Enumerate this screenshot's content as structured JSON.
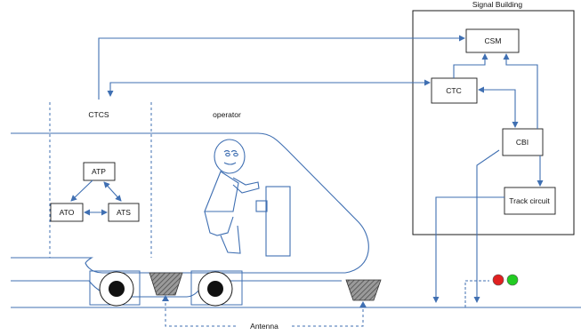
{
  "diagram": {
    "signal_building_label": "Signal Building",
    "ctcs_label": "CTCS",
    "operator_label": "operator",
    "antenna_label": "Antenna",
    "boxes": {
      "csm": "CSM",
      "ctc": "CTC",
      "cbi": "CBI",
      "track_circuit": "Track circuit",
      "atp": "ATP",
      "ato": "ATO",
      "ats": "ATS"
    },
    "colors": {
      "line_blue": "#3f6fb2",
      "signal_red": "#e02020",
      "signal_green": "#22cc22",
      "antenna_gray": "#777777"
    }
  }
}
